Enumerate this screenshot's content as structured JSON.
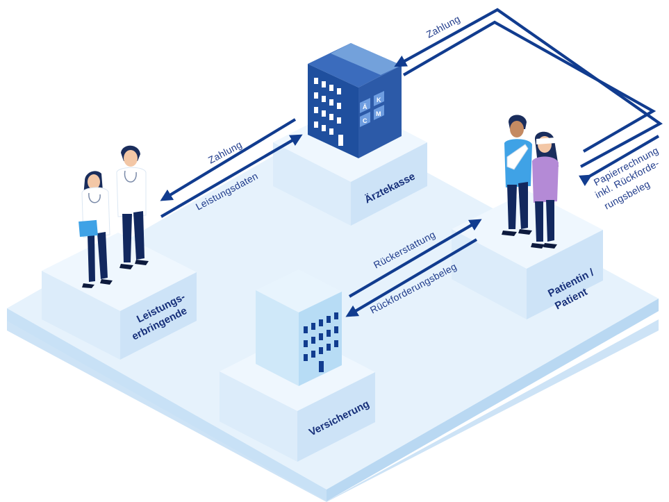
{
  "nodes": {
    "aerztekasse": "Ärztekasse",
    "leistungserbringende_line1": "Leistungs-",
    "leistungserbringende_line2": "erbringende",
    "patient_line1": "Patientin /",
    "patient_line2": "Patient",
    "versicherung": "Versicherung"
  },
  "kasse_logo": {
    "letters": [
      "Ä",
      "K",
      "C",
      "M"
    ]
  },
  "flows": {
    "kasse_to_provider": "Zahlung",
    "provider_to_kasse": "Leistungsdaten",
    "kasse_to_patient": "Zahlung",
    "patient_to_kasse_line1": "Papierrechnung",
    "patient_to_kasse_line2": "inkl. Rückforde-",
    "patient_to_kasse_line3": "rungsbeleg",
    "insurance_to_patient": "Rückerstattung",
    "patient_to_insurance": "Rückforderungsbeleg"
  },
  "colors": {
    "arrow": "#113c8f",
    "platform": "#e6f2fc",
    "platform_side": "#c7e0f6",
    "block_top": "#eff7fe",
    "block_left": "#dcecfa",
    "block_right": "#cfe4f7",
    "kasse_building": "#2c5aa8",
    "versicherung_building": "#bfe0f7",
    "label": "#17307a"
  }
}
